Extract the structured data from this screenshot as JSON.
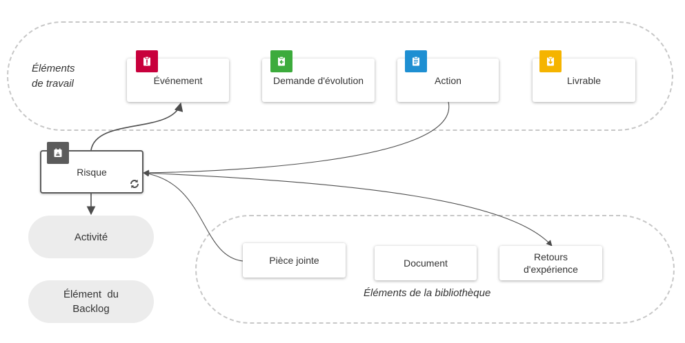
{
  "groups": {
    "work_items_label_line1": "Éléments",
    "work_items_label_line2": "de travail",
    "library_label": "Éléments de la bibliothèque"
  },
  "work_items": {
    "event": {
      "label": "Événement",
      "color": "#c8003c",
      "icon": "alert-clipboard-icon"
    },
    "change_request": {
      "label": "Demande d'évolution",
      "color": "#3cab3c",
      "icon": "arrow-clipboard-icon"
    },
    "action": {
      "label": "Action",
      "color": "#1e8fd2",
      "icon": "list-clipboard-icon"
    },
    "deliverable": {
      "label": "Livrable",
      "color": "#f5b400",
      "icon": "download-clipboard-icon"
    }
  },
  "risk": {
    "label": "Risque",
    "color": "#5b5b5b",
    "icon": "risk-icon",
    "status_icon": "refresh-icon"
  },
  "side_items": {
    "activity": "Activité",
    "backlog_line1": "Élément  du",
    "backlog_line2": "Backlog"
  },
  "library_items": {
    "attachment": "Pièce jointe",
    "document": "Document",
    "lessons_line1": "Retours",
    "lessons_line2": "d'expérience"
  },
  "colors": {
    "link": "#4d4d4d",
    "dashed_border": "#c7c7c7",
    "pill_background": "#ececec"
  }
}
